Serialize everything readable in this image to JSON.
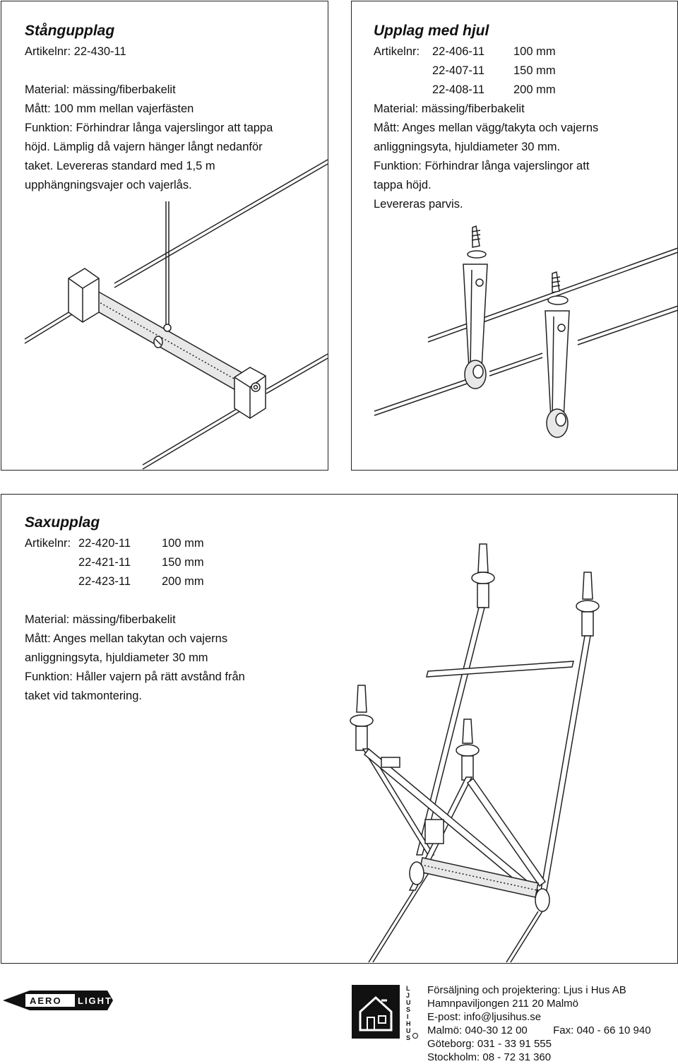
{
  "stang": {
    "title": "Stångupplag",
    "artnr": "Artikelnr: 22-430-11",
    "lines": [
      "Material: mässing/fiberbakelit",
      "Mått: 100 mm mellan vajerfästen",
      "Funktion: Förhindrar långa vajerslingor att tappa",
      "höjd. Lämplig då vajern hänger långt nedanför",
      "taket. Levereras standard med 1,5 m",
      "upphängningsvajer och vajerlås."
    ]
  },
  "hjul": {
    "title": "Upplag med hjul",
    "art_label": "Artikelnr:",
    "articles": [
      {
        "nr": "22-406-11",
        "size": "100 mm"
      },
      {
        "nr": "22-407-11",
        "size": "150 mm"
      },
      {
        "nr": "22-408-11",
        "size": "200 mm"
      }
    ],
    "lines": [
      "Material: mässing/fiberbakelit",
      "Mått: Anges mellan vägg/takyta och vajerns",
      "anliggningsyta, hjuldiameter 30 mm.",
      "Funktion: Förhindrar långa vajerslingor att",
      "tappa höjd.",
      "Levereras parvis."
    ]
  },
  "sax": {
    "title": "Saxupplag",
    "art_label": "Artikelnr:",
    "articles": [
      {
        "nr": "22-420-11",
        "size": "100 mm"
      },
      {
        "nr": "22-421-11",
        "size": "150 mm"
      },
      {
        "nr": "22-423-11",
        "size": "200 mm"
      }
    ],
    "lines": [
      "Material: mässing/fiberbakelit",
      "Mått: Anges mellan takytan och vajerns",
      "anliggningsyta, hjuldiameter 30 mm",
      "Funktion: Håller vajern på rätt avstånd från",
      "taket vid takmontering."
    ]
  },
  "footer": {
    "aerolight_logo": "AEROLIGHT",
    "ljusihus_logo": "LJUSIHUS",
    "lines": [
      "Försäljning och projektering: Ljus i Hus AB",
      "Hamnpaviljongen 211 20 Malmö",
      "E-post: info@ljusihus.se",
      "Malmö: 040-30 12 00",
      "Göteborg: 031 - 33 91 555",
      "Stockholm: 08 - 72 31 360"
    ],
    "fax": "Fax: 040 - 66 10 940"
  }
}
